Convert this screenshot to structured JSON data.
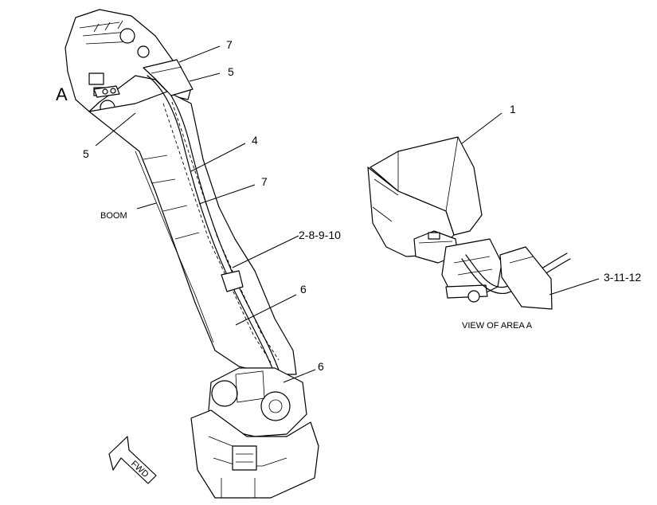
{
  "view_label": "A",
  "boom_label": "BOOM",
  "view_caption": "VIEW OF AREA A",
  "fwd_label": "FWD",
  "callouts": {
    "c7_top": "7",
    "c5_top": "5",
    "c5_left": "5",
    "c4": "4",
    "c7_mid": "7",
    "c2_8_9_10": "2-8-9-10",
    "c6_mid": "6",
    "c6_low": "6",
    "c1": "1",
    "c3_11_12": "3-11-12"
  }
}
